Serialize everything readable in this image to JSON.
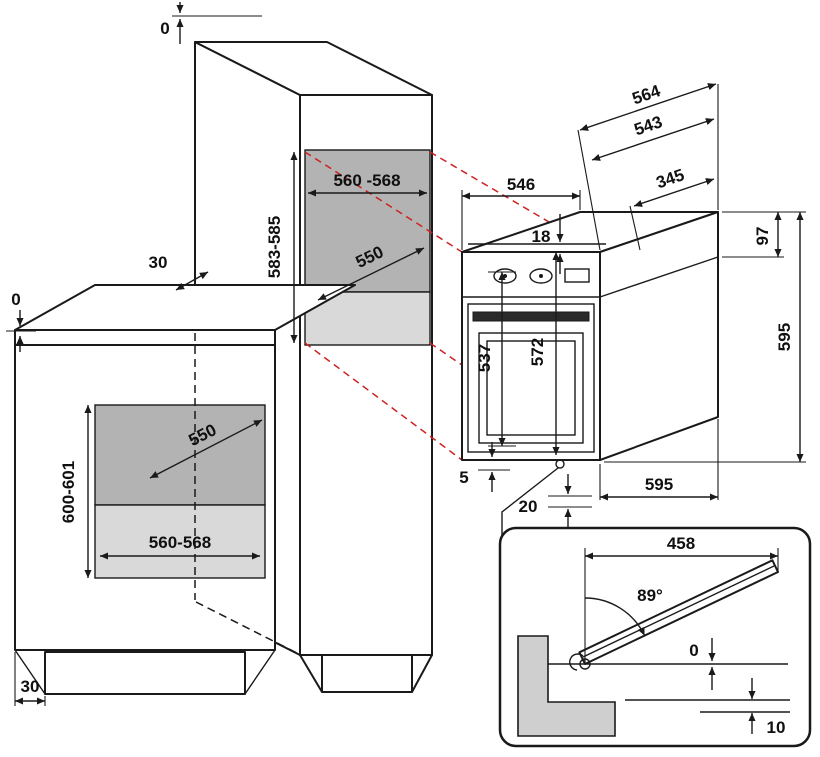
{
  "diagram": {
    "kind": "built-in oven installation dimensions",
    "units": "mm"
  },
  "colors": {
    "line": "#1a1a1a",
    "projection_dashed": "#cc2222",
    "niche_back_wall": "#b3b3b3",
    "niche_floor": "#d9d9d9",
    "section_gray": "#cfcfcf",
    "background": "#ffffff"
  },
  "tall_cabinet": {
    "top_clearance": "0",
    "side_clearance": "30",
    "niche_width": "560 -568",
    "niche_height": "583-585",
    "niche_depth": "550"
  },
  "base_cabinet": {
    "top_clearance": "0",
    "niche_depth": "550",
    "niche_height": "600-601",
    "niche_width": "560-568",
    "plinth_recess": "30"
  },
  "oven": {
    "depth_total": "564",
    "depth_body": "543",
    "depth_partial": "345",
    "depth_top": "546",
    "control_panel_height": "18",
    "rear_height": "97",
    "body_height": "537",
    "front_height": "572",
    "overall_height": "595",
    "width": "595",
    "front_gap": "5",
    "bottom_clearance": "20"
  },
  "door_detail": {
    "door_width": "458",
    "opening_angle": "89°",
    "top_gap": "0",
    "bottom_gap": "10"
  }
}
